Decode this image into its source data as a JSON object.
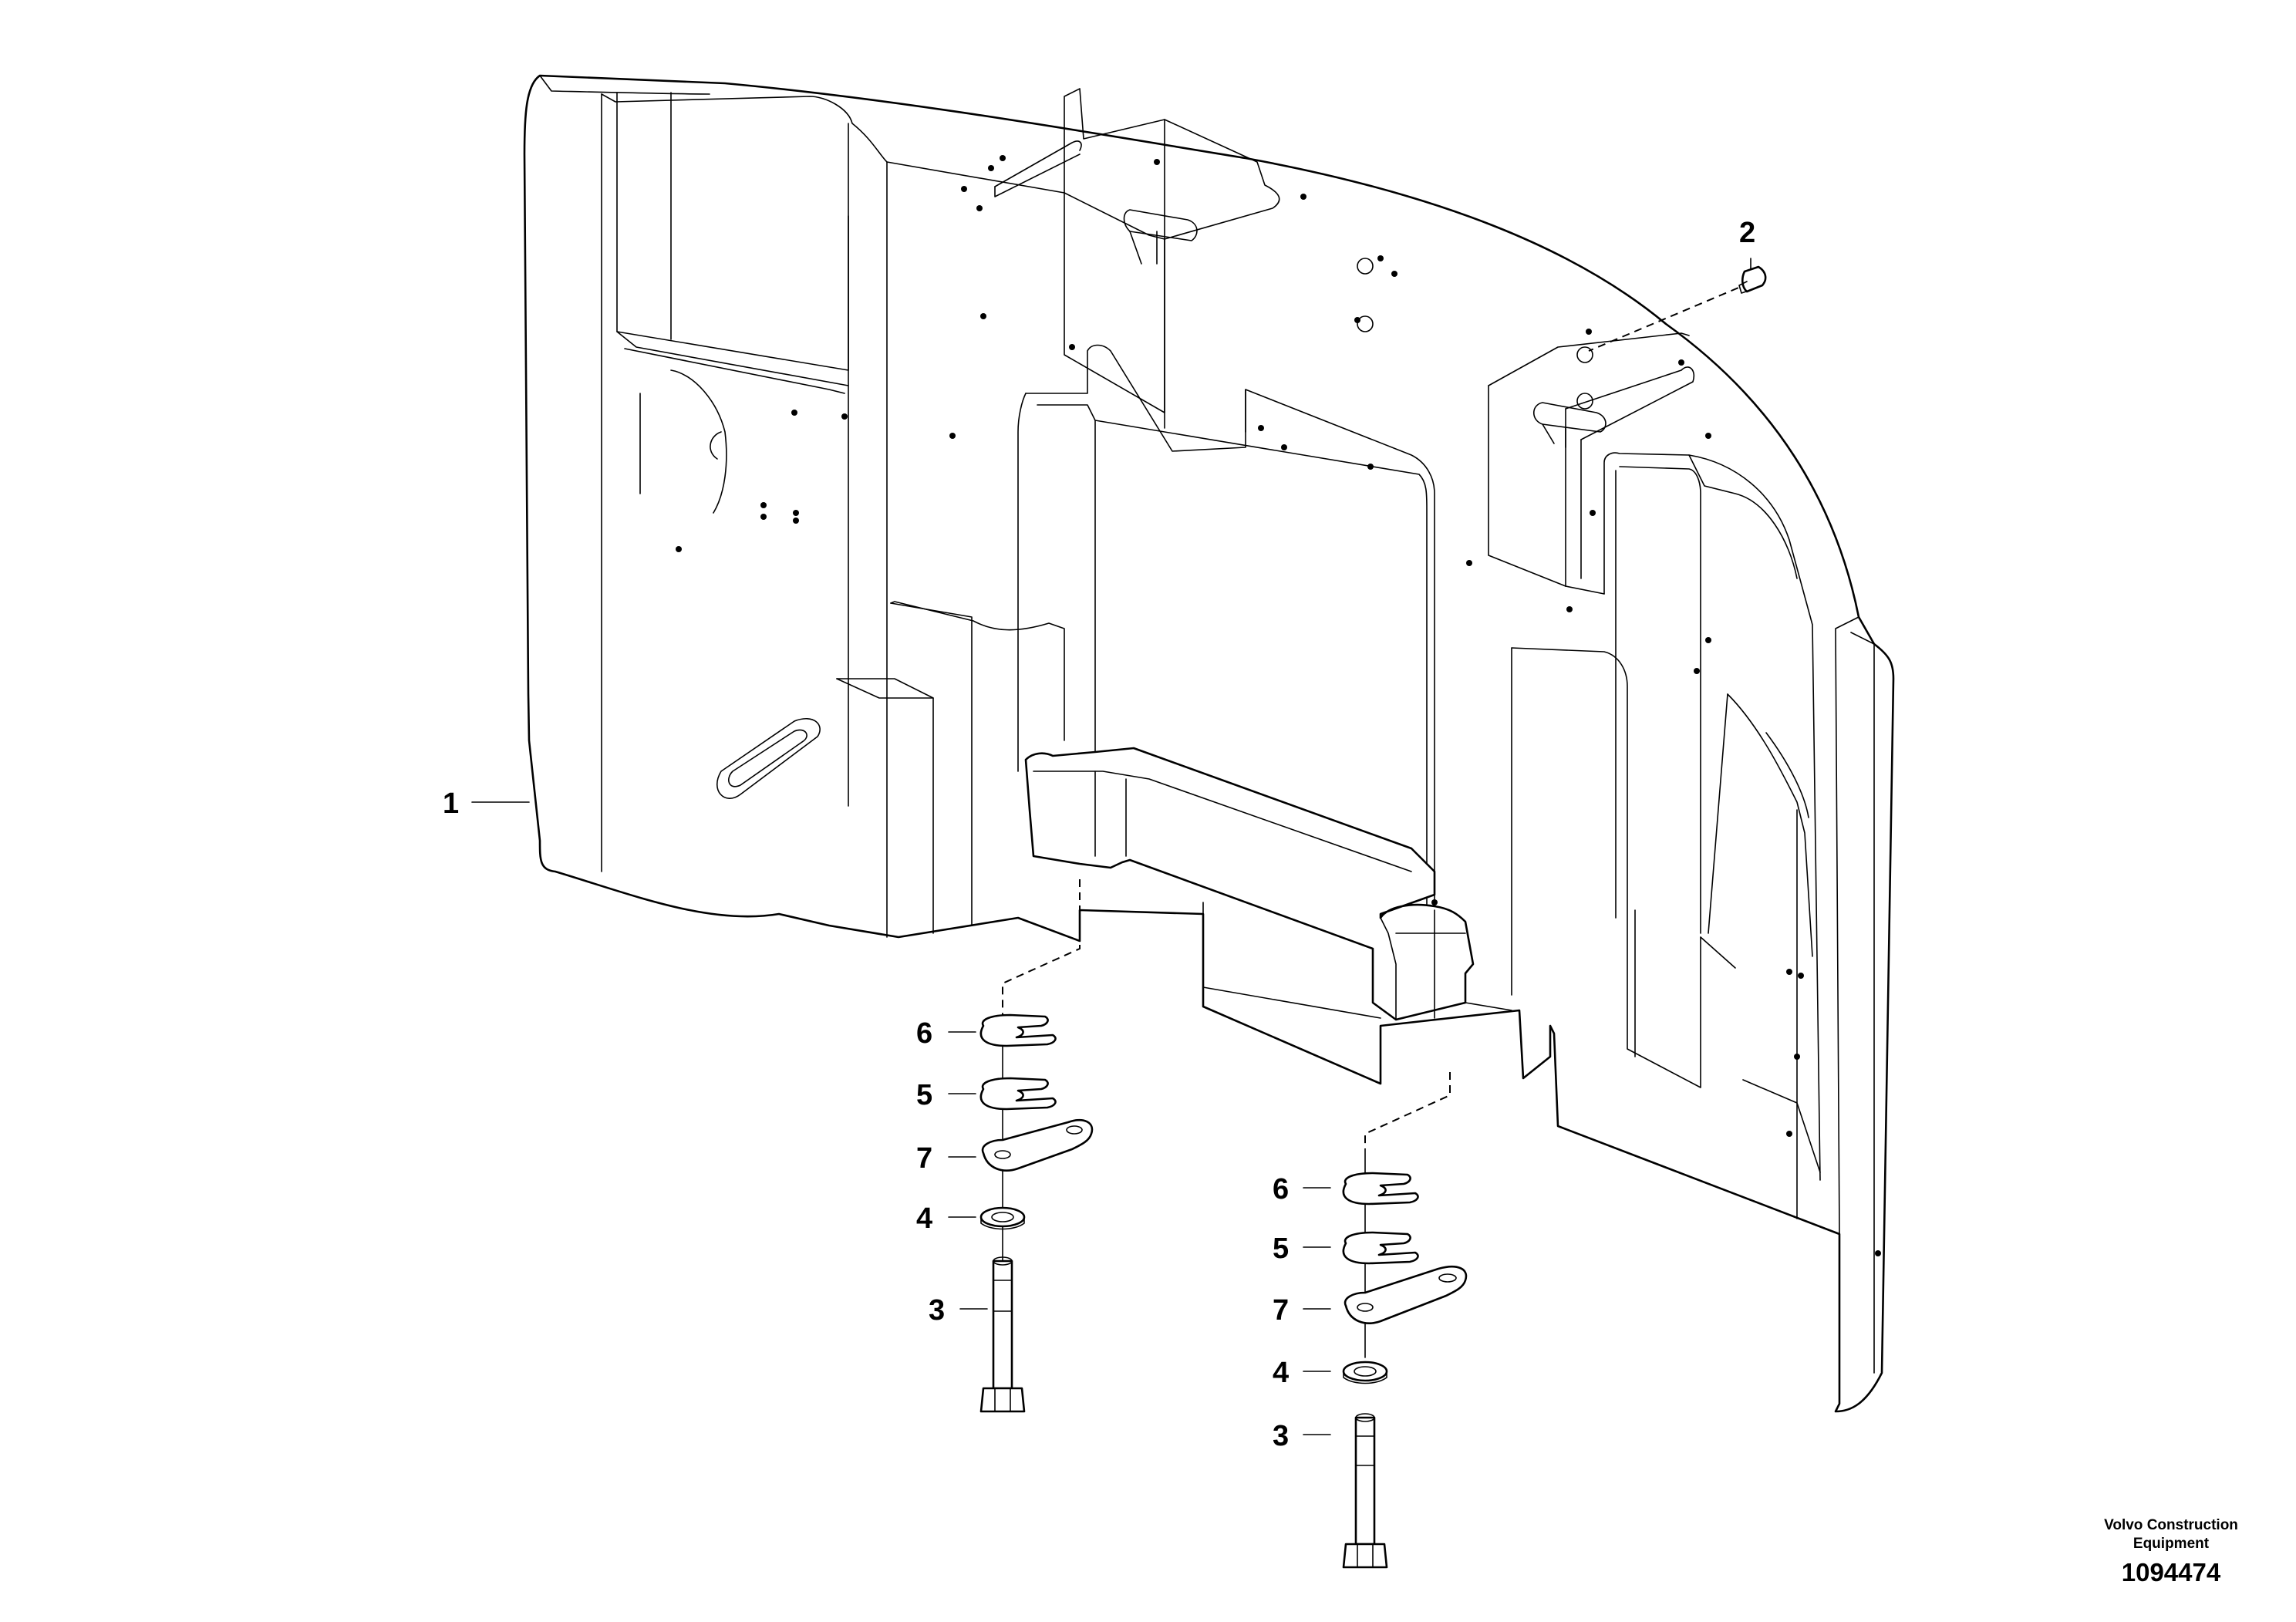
{
  "diagram": {
    "callouts": [
      {
        "id": "c1",
        "text": "1"
      },
      {
        "id": "c2",
        "text": "2"
      },
      {
        "id": "c6a",
        "text": "6"
      },
      {
        "id": "c5a",
        "text": "5"
      },
      {
        "id": "c7a",
        "text": "7"
      },
      {
        "id": "c4a",
        "text": "4"
      },
      {
        "id": "c3a",
        "text": "3"
      },
      {
        "id": "c6b",
        "text": "6"
      },
      {
        "id": "c5b",
        "text": "5"
      },
      {
        "id": "c7b",
        "text": "7"
      },
      {
        "id": "c4b",
        "text": "4"
      },
      {
        "id": "c3b",
        "text": "3"
      }
    ],
    "credit_line1": "Volvo Construction",
    "credit_line2": "Equipment",
    "document_number": "1094474"
  }
}
